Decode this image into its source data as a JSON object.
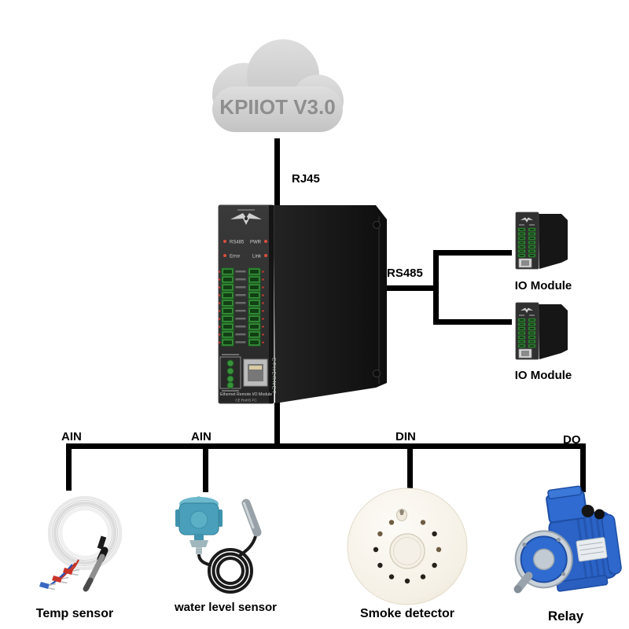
{
  "diagram": {
    "cloud": {
      "label": "KPIIOT V3.0"
    },
    "links": {
      "wan_label": "RJ45",
      "serial_label": "RS485"
    },
    "gateway": {
      "panel": {
        "led_1": "RS485",
        "led_2": "PWR",
        "led_3": "Error",
        "led_4": "Link",
        "port_label": "ETHERNET",
        "model_label": "Ethernet Remote I/O Module",
        "cert_label": "CE RoHS FC"
      }
    },
    "expansion_modules": [
      {
        "label": "IO Module"
      },
      {
        "label": "IO Module"
      }
    ],
    "field_branches": [
      {
        "port": "AIN",
        "device": "Temp sensor"
      },
      {
        "port": "AIN",
        "device": "water level sensor"
      },
      {
        "port": "DIN",
        "device": "Smoke detector"
      },
      {
        "port": "DO",
        "device": "Relay"
      }
    ]
  },
  "colors": {
    "line": "#000000",
    "cloud_fill": "#cfcfcf",
    "cloud_text": "#8e8e8e",
    "device_body": "#1a1a1a",
    "device_panel": "#303030",
    "terminal_green": "#37923b",
    "led_red": "#d94f3d",
    "sensor_teal": "#4aa0bb",
    "motor_blue": "#2b63c6",
    "smoke_white": "#f6f2ea"
  }
}
